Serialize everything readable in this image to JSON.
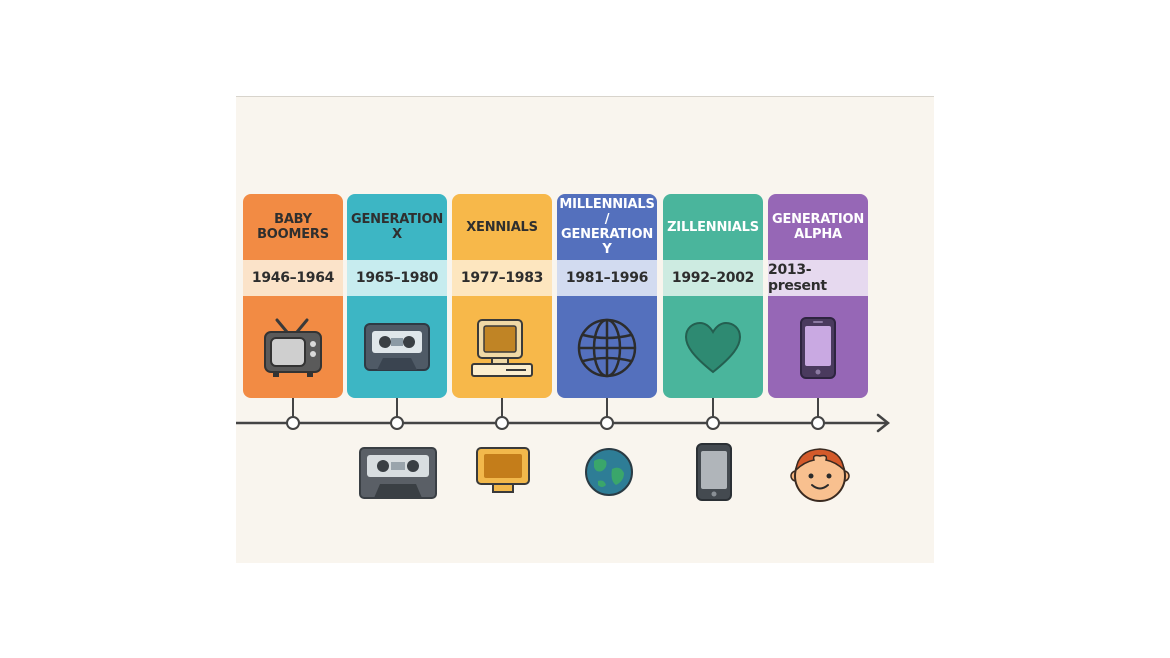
{
  "generations": [
    {
      "name": "BABY\nBOOMERS",
      "years": "1946–1964",
      "color": "#f28b44",
      "band": "#fbe3c9",
      "title_color": "#2f2f2f",
      "icon": "tv-icon"
    },
    {
      "name": "GENERATION\nX",
      "years": "1965–1980",
      "color": "#3db6c4",
      "band": "#c7ecef",
      "title_color": "#2f2f2f",
      "icon": "cassette-icon"
    },
    {
      "name": "XENNIALS",
      "years": "1977–1983",
      "color": "#f7b84a",
      "band": "#fde6bf",
      "title_color": "#2f2f2f",
      "icon": "computer-icon"
    },
    {
      "name": "MILLENNIALS\n/\nGENERATION Y",
      "years": "1981–1996",
      "color": "#5470bd",
      "band": "#d2dbf0",
      "title_color": "#ffffff",
      "icon": "globe-icon"
    },
    {
      "name": "ZILLENNIALS",
      "years": "1992–2002",
      "color": "#4ab59c",
      "band": "#cdebe1",
      "title_color": "#ffffff",
      "icon": "heart-icon"
    },
    {
      "name": "GENERATION\nALPHA",
      "years": "2013-present",
      "color": "#9667b6",
      "band": "#e6d9ef",
      "title_color": "#ffffff",
      "icon": "phone-icon"
    }
  ],
  "below_icons": [
    "cassette-icon",
    "computer-icon",
    "globe-icon",
    "smartphone-icon",
    "child-face-icon"
  ],
  "colors": {
    "background": "#f9f5ee",
    "timeline": "#444444"
  }
}
